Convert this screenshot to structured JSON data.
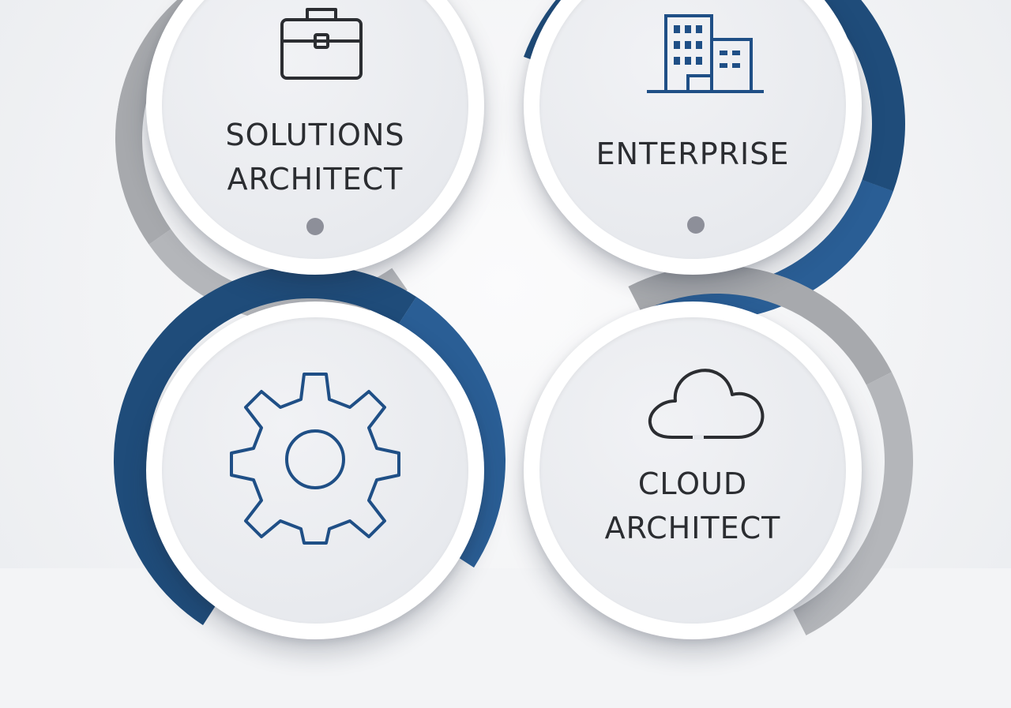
{
  "colors": {
    "navy": "#1f4c7a",
    "gray_arc": "#a7a9ad",
    "icon_dark": "#2b2d31",
    "icon_blue": "#1f4f86",
    "dot": "#8d8f99"
  },
  "nodes": [
    {
      "id": "solutions-architect",
      "title_lines": [
        "SOLUTIONS",
        "ARCHITECT"
      ],
      "icon": "briefcase-icon"
    },
    {
      "id": "enterprise",
      "title_lines": [
        "ENTERPRISE"
      ],
      "icon": "building-icon"
    },
    {
      "id": "devops",
      "title_lines": [],
      "icon": "gear-icon"
    },
    {
      "id": "cloud-architect",
      "title_lines": [
        "CLOUD",
        "ARCHITECT"
      ],
      "icon": "cloud-icon"
    }
  ]
}
